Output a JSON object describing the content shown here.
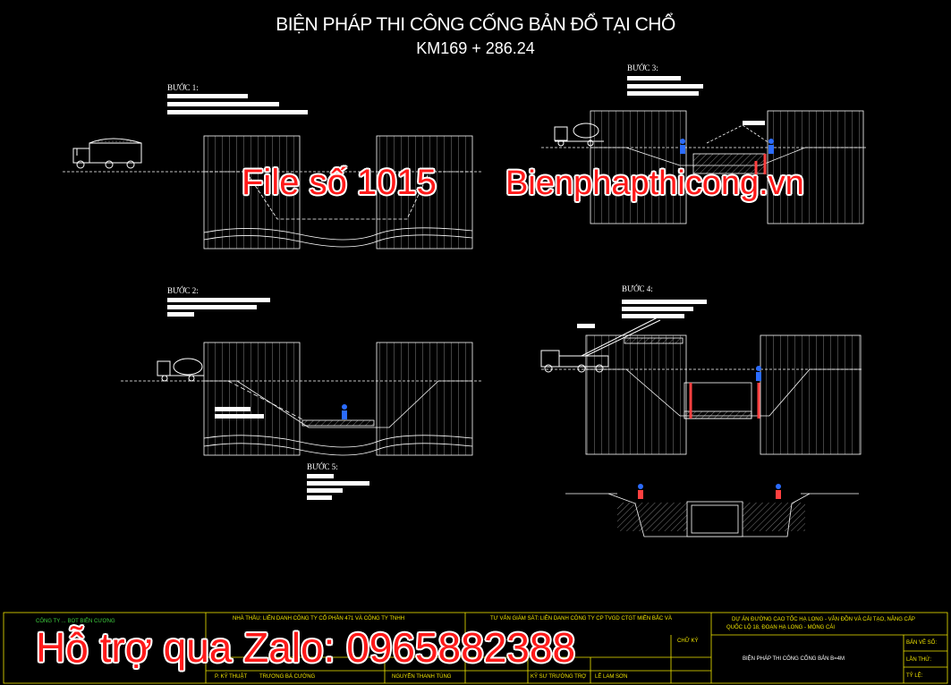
{
  "drawing": {
    "title": "BIỆN PHÁP THI CÔNG CỐNG BẢN ĐỔ TẠI CHỔ",
    "station": "KM169 + 286.24"
  },
  "steps": {
    "s1": "BƯỚC 1:",
    "s2": "BƯỚC 2:",
    "s3": "BƯỚC 3:",
    "s4": "BƯỚC 4:",
    "s5": "BƯỚC 5:"
  },
  "watermarks": {
    "file": "File số 1015",
    "site": "Bienphapthicong.vn",
    "zalo": "Hỗ trợ qua Zalo: 0965882388"
  },
  "title_block": {
    "company": "CÔNG TY ... BOT BIÊN CƯƠNG",
    "contractor": "NHÀ THẦU: LIÊN DANH CÔNG TY CỔ PHẦN 471 VÀ CÔNG TY TNHH",
    "supervisor": "TƯ VẤN GIÁM SÁT: LIÊN DANH CÔNG TY CP TVGD CTGT MIỀN BẮC VÀ",
    "project": "DỰ ÁN ĐƯỜNG CAO TỐC HẠ LONG - VÂN ĐỒN VÀ CẢI TẠO, NÂNG CẤP",
    "project2": "QUỐC LỘ 18, ĐOẠN HẠ LONG - MÓNG CÁI",
    "sheet_title": "BIỆN PHÁP THI CÔNG CỐNG BẢN B=4M",
    "sign": "CHỮ KÝ",
    "person1": "TRƯƠNG BÁ CƯỜNG",
    "person2": "NGUYỄN THANH TÙNG",
    "person3": "LÊ LAM SƠN",
    "role1": "KỸ SƯ TRƯỜNG TRỢ",
    "role2": "P. KỸ THUẬT",
    "f1": "BẢN VẼ SỐ:",
    "f2": "LẦN THỨ:",
    "f3": "TỶ LỆ:"
  },
  "colors": {
    "background": "#000000",
    "line": "#ffffff",
    "titleblock": "#f2e600",
    "watermark": "#ff1a1a"
  }
}
